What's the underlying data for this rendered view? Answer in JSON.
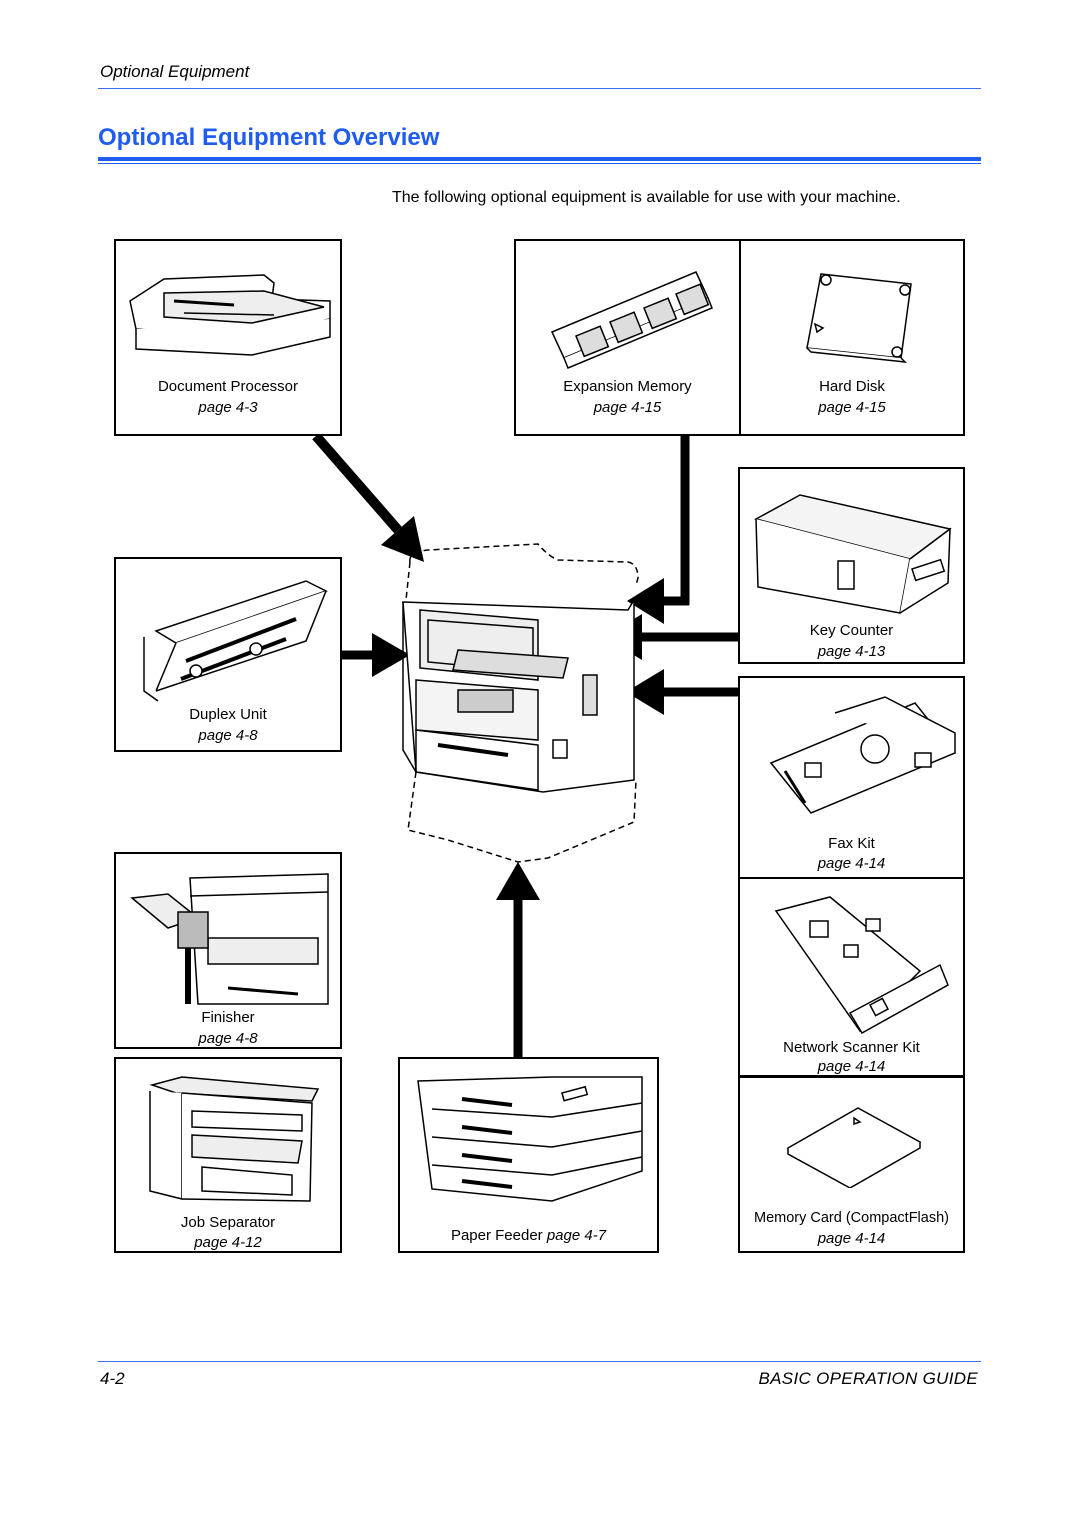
{
  "header": {
    "running_title": "Optional Equipment",
    "title": "Optional Equipment Overview",
    "intro": "The following optional equipment is available for use with your machine."
  },
  "items": {
    "document_processor": {
      "label": "Document Processor",
      "page": "page 4-3"
    },
    "expansion_memory": {
      "label": "Expansion Memory",
      "page": "page 4-15"
    },
    "hard_disk": {
      "label": "Hard Disk",
      "page": "page 4-15"
    },
    "key_counter": {
      "label": "Key Counter",
      "page": "page 4-13"
    },
    "duplex_unit": {
      "label": "Duplex Unit",
      "page": "page 4-8"
    },
    "fax_kit": {
      "label": "Fax Kit",
      "page": "page 4-14"
    },
    "finisher": {
      "label": "Finisher",
      "page": "page 4-8"
    },
    "network_scanner_kit": {
      "label": "Network Scanner Kit",
      "page": "page 4-14"
    },
    "job_separator": {
      "label": "Job Separator",
      "page": "page 4-12"
    },
    "paper_feeder": {
      "label": "Paper Feeder",
      "page": "page 4-7"
    },
    "memory_card": {
      "label": "Memory Card (CompactFlash)",
      "page": "page 4-14"
    }
  },
  "footer": {
    "page_number": "4-2",
    "guide_name": "BASIC OPERATION GUIDE"
  },
  "colors": {
    "accent": "#1f5cf0"
  }
}
